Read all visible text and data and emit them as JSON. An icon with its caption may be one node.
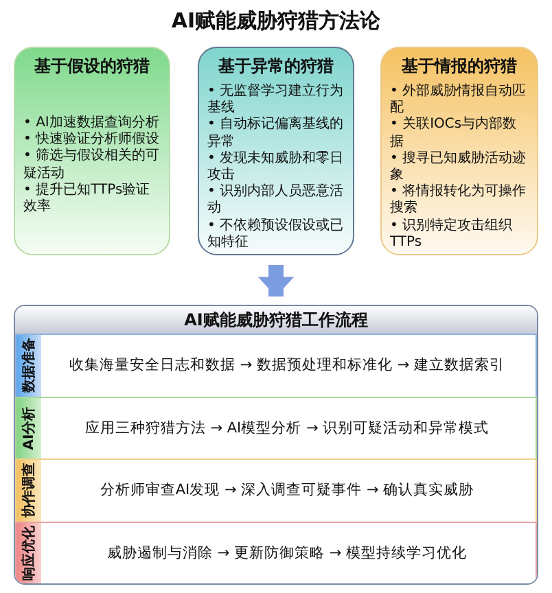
{
  "diagram": {
    "title": "AI赋能威胁狩猎方法论",
    "nodes": [
      {
        "text": [
          "基于假设的狩猎",
          "• AI加速数据查询分析",
          "• 快速验证分析师假设",
          "• 筛选与假设相关的可疑活动",
          "• 提升已知TTPs验证效率"
        ]
      },
      {
        "text": [
          "基于异常的狩猎",
          "• 无监督学习建立行为基线",
          "• 自动标记偏离基线的异常",
          "• 发现未知威胁和零日攻击",
          "• 识别内部人员恶意活动",
          "• 不依赖预设假设或已知特征"
        ]
      },
      {
        "text": [
          "基于情报的狩猎",
          "• 外部威胁情报自动匹配",
          "• 关联IOCs与内部数据",
          "• 搜寻已知威胁活动迹象",
          "• 将情报转化为可操作搜索",
          "• 识别特定攻击组织TTPs"
        ]
      },
      {
        "text": [
          "AI赋能威胁狩猎工作流程"
        ]
      },
      {
        "text": [
          "数据准备",
          "收集海量安全日志和数据 → 数据预处理和标准化 → 建立数据索引"
        ],
        "in": 3
      },
      {
        "text": [
          "AI分析",
          "应用三种狩猎方法 → AI模型分析 → 识别可疑活动和异常模式"
        ],
        "in": 3
      },
      {
        "text": [
          "协作调查",
          "分析师审查AI发现 → 深入调查可疑事件 → 确认真实威胁"
        ],
        "in": 3
      },
      {
        "text": [
          "响应优化",
          "威胁遏制与消除 → 更新防御策略 → 模型持续学习优化"
        ],
        "in": 3
      }
    ],
    "edges": [
      {
        "from": 1,
        "to": 3,
        "arrow": "to"
      }
    ]
  }
}
